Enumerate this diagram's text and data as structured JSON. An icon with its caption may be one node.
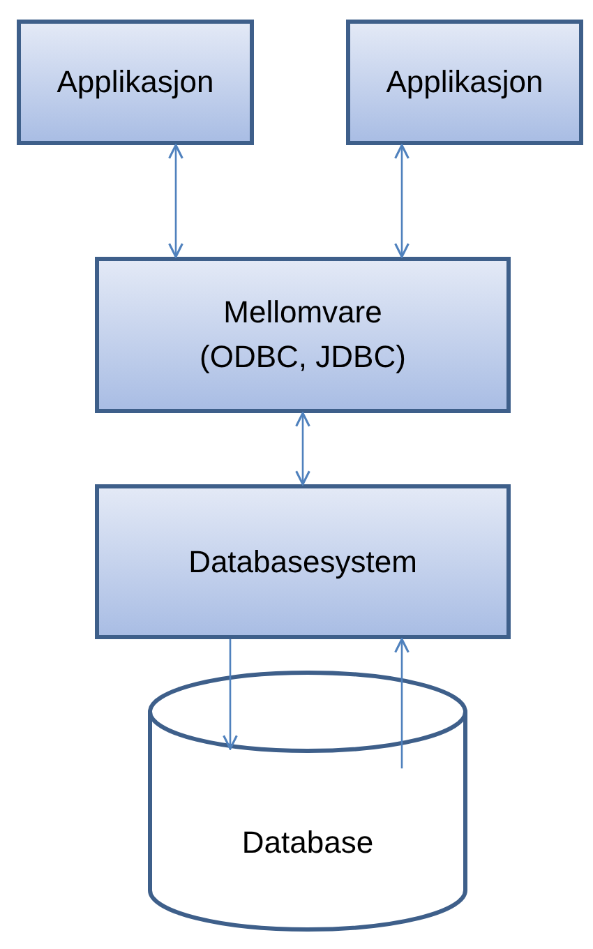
{
  "diagram": {
    "nodes": [
      {
        "text": [
          "Applikasjon"
        ]
      },
      {
        "text": [
          "Applikasjon"
        ]
      },
      {
        "text": [
          "Mellomvare (ODBC, JDBC)"
        ]
      },
      {
        "text": [
          "Databasesystem"
        ]
      },
      {
        "text": [
          "Database"
        ]
      }
    ],
    "edges": [
      {
        "from": 0,
        "to": 2,
        "arrow": "both"
      },
      {
        "from": 1,
        "to": 2,
        "arrow": "both"
      },
      {
        "from": 2,
        "to": 3,
        "arrow": "both"
      },
      {
        "from": 3,
        "to": 4,
        "arrow": "to"
      },
      {
        "from": 4,
        "to": 3,
        "arrow": "to"
      }
    ]
  }
}
